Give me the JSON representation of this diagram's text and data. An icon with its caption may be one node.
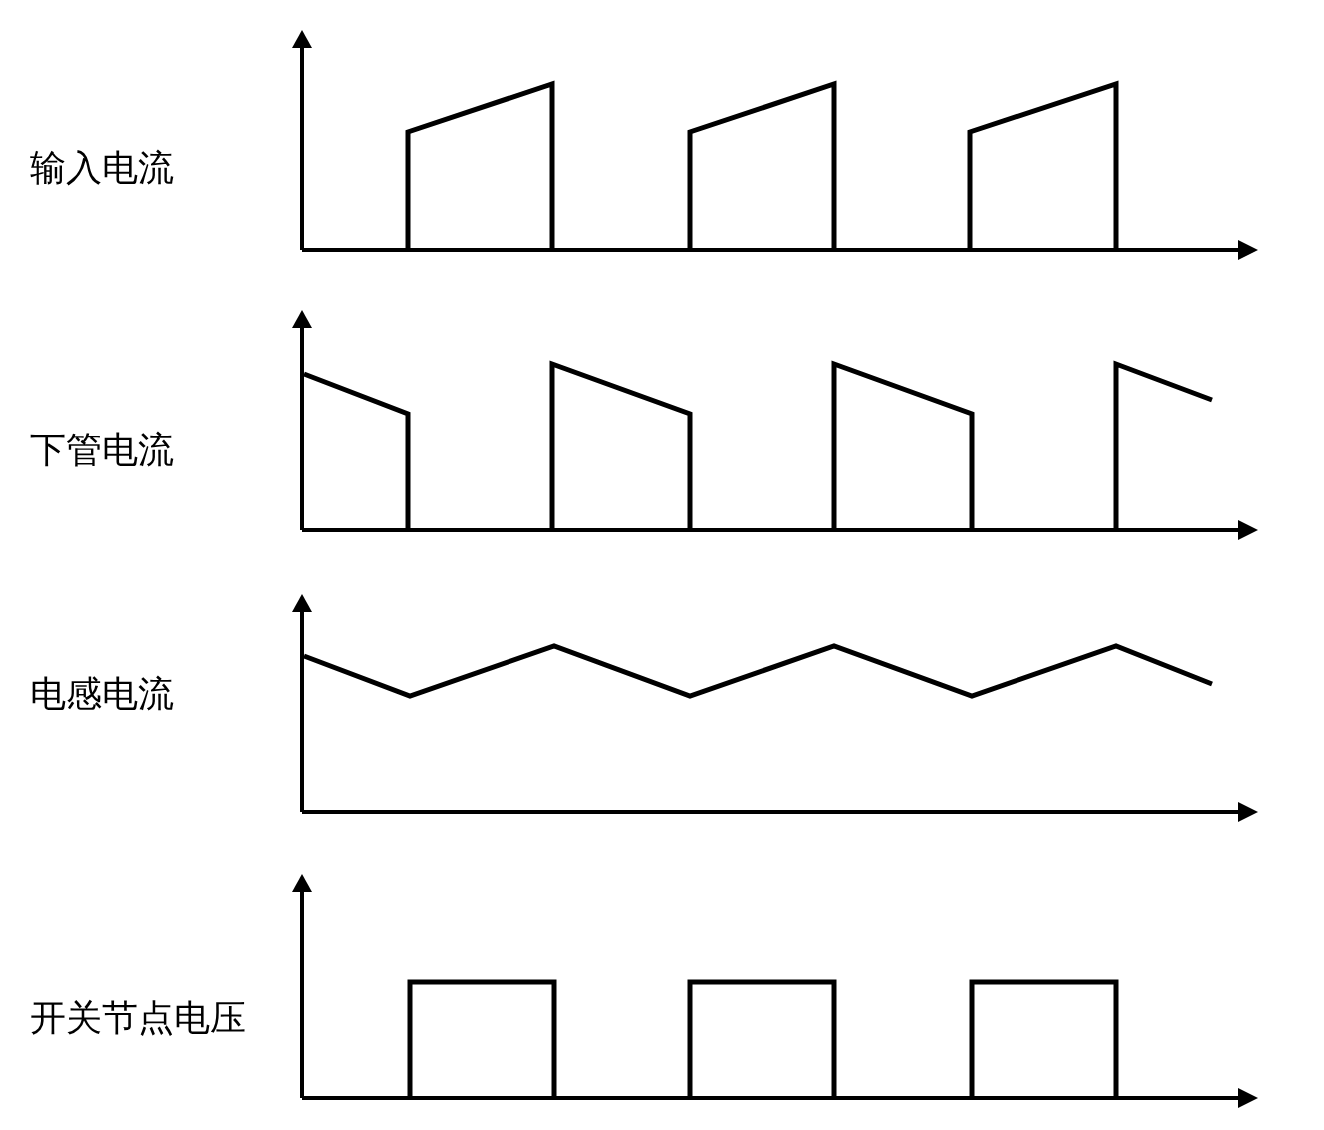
{
  "diagram": {
    "labels": [
      "输入电流",
      "下管电流",
      "电感电流",
      "开关节点电压"
    ]
  }
}
